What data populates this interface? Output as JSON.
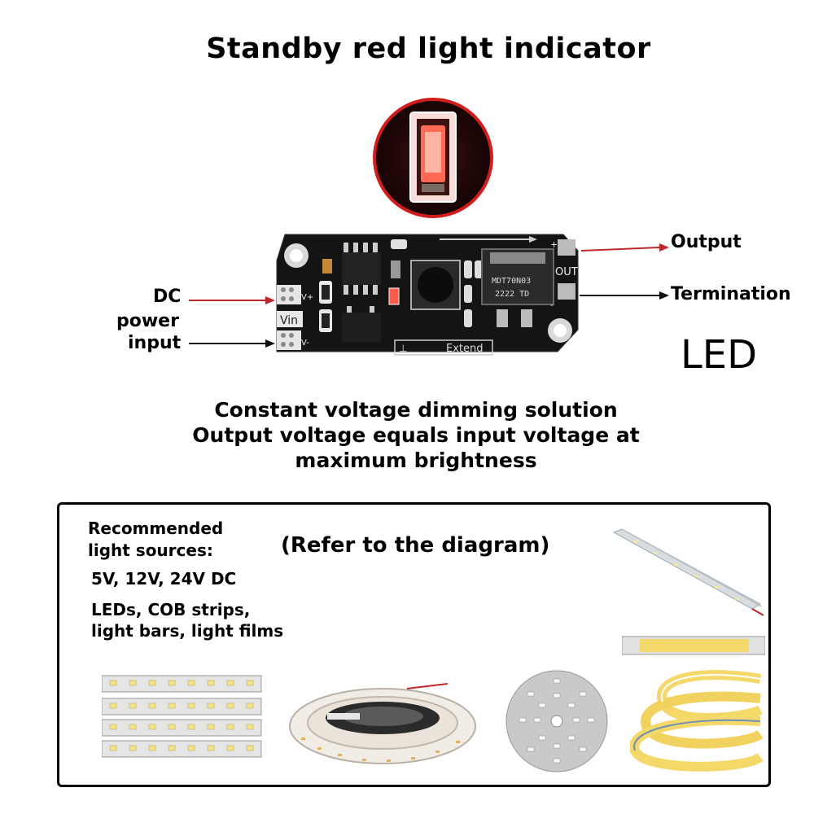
{
  "title": "Standby red light indicator",
  "pcb": {
    "vin": "Vin",
    "vplus": "V+",
    "vminus": "V-",
    "out": "OUT",
    "plus": "+",
    "minus": "-",
    "chip": "MDT70N03",
    "chip_code": "2222  TD",
    "extend": "Extend",
    "gnd_symbol": "⊥"
  },
  "labels": {
    "output": "Output",
    "termination": "Termination",
    "dc_power_input": [
      "DC",
      "power",
      "input"
    ],
    "led": "LED"
  },
  "description": [
    "Constant voltage dimming solution",
    "Output voltage equals input voltage at",
    "maximum brightness"
  ],
  "recommended": {
    "heading": [
      "Recommended",
      "light sources:"
    ],
    "voltages": "5V, 12V, 24V DC",
    "types": [
      "LEDs, COB strips,",
      "light bars, light films"
    ],
    "refer": "(Refer to the diagram)"
  },
  "colors": {
    "red_arrow": "#c0272d",
    "pcb_black": "#111111",
    "indicator_red": "#e84a3a",
    "cob_yellow": "#f5d86a"
  }
}
